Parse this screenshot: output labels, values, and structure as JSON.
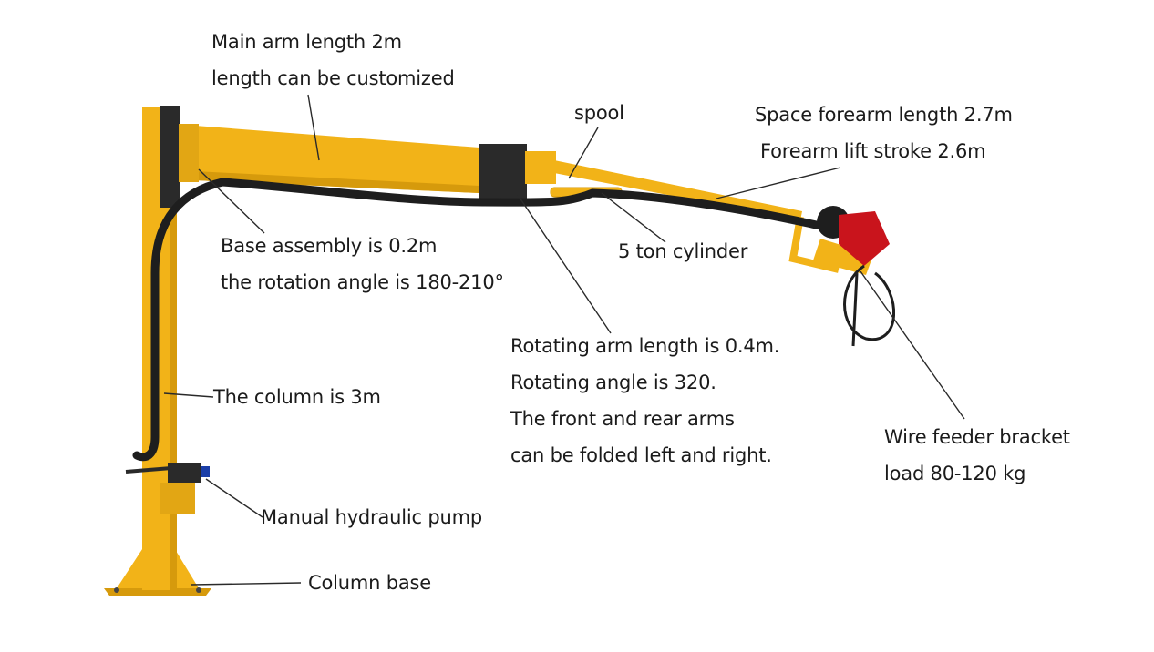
{
  "colors": {
    "steel": "#f2b318",
    "steel_shade": "#d69a0c",
    "hose": "#1e1e1e",
    "feeder": "#c9141c",
    "leader": "#2a2a2a"
  },
  "labels": {
    "main_arm": {
      "line1": "Main arm length 2m",
      "line2": "length can be customized"
    },
    "spool": "spool",
    "forearm": {
      "line1": "Space forearm length 2.7m",
      "line2": "Forearm lift stroke 2.6m"
    },
    "base_assembly": {
      "line1": "Base assembly is 0.2m",
      "line2": "the rotation angle is 180-210°"
    },
    "cylinder": "5 ton cylinder",
    "rotating_arm": {
      "line1": "Rotating arm length is 0.4m.",
      "line2": "Rotating angle is 320.",
      "line3": "The front and rear arms",
      "line4": "can be folded left and right."
    },
    "column": "The column is 3m",
    "wire_feeder": {
      "line1": "Wire feeder bracket",
      "line2": "load 80-120 kg"
    },
    "pump": "Manual hydraulic pump",
    "column_base": "Column base"
  }
}
